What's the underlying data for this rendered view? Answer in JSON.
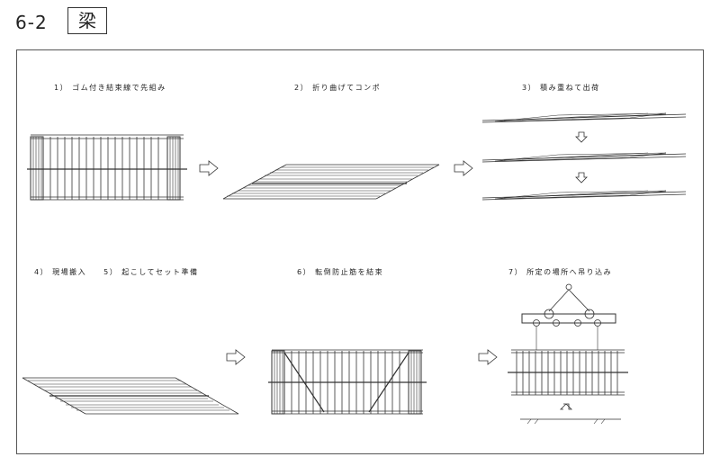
{
  "header": {
    "section_number": "6-2",
    "title": "梁"
  },
  "steps": [
    {
      "label": "1） ゴム付き結束線で先組み"
    },
    {
      "label": "2） 折り曲げてコンポ"
    },
    {
      "label": "3） 積み重ねて出荷"
    },
    {
      "label": "4） 現場搬入　　5） 起こしてセット準備"
    },
    {
      "label": "6） 転倒防止筋を結束"
    },
    {
      "label": "7） 所定の場所へ吊り込み"
    }
  ]
}
